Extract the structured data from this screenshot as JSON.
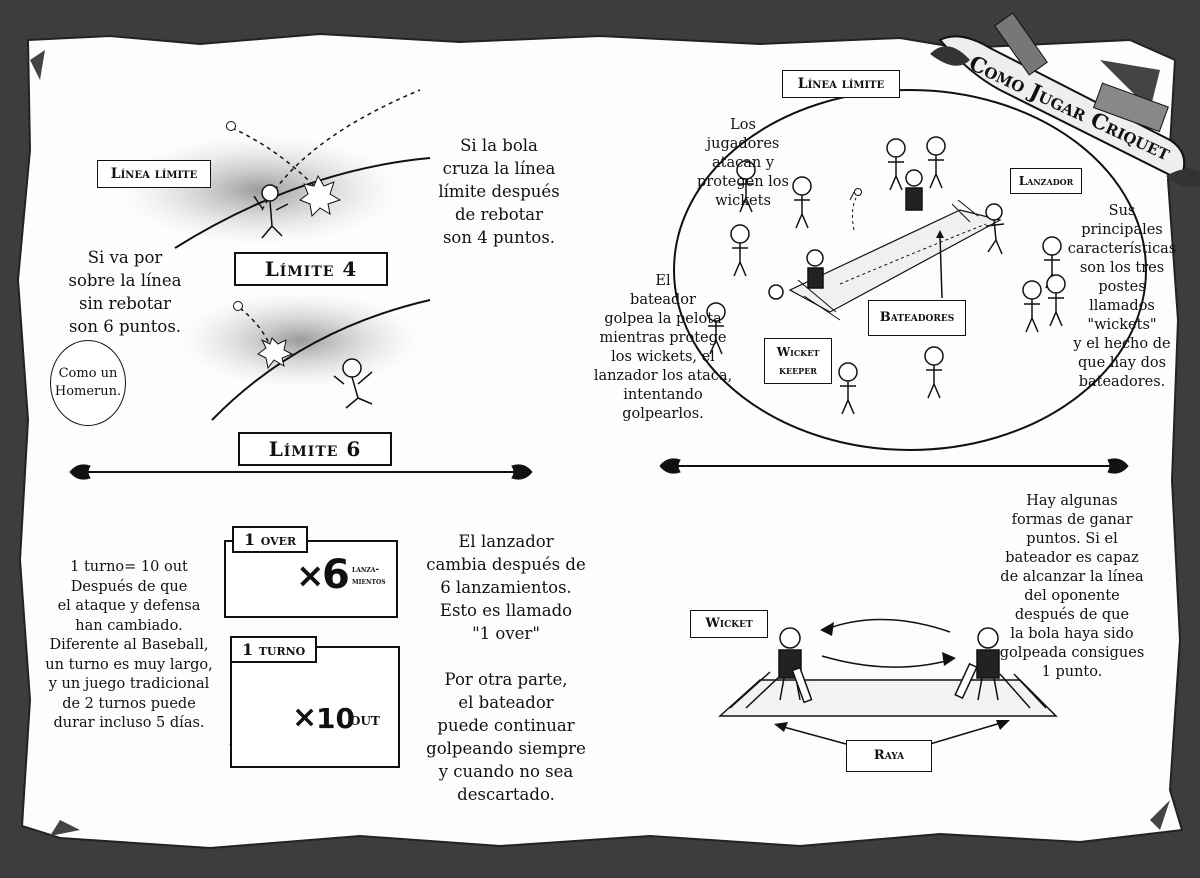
{
  "title": "Como Jugar Criquet",
  "left": {
    "label_linea": "Línea límite",
    "limite4_label": "Límite 4",
    "limite6_label": "Límite 6",
    "text_4": "Si la bola\ncruza la línea\nlímite después\nde rebotar\nson 4 puntos.",
    "text_6": "Si va por\nsobre la línea\nsin rebotar\nson 6 puntos.",
    "bubble": "Como un\nHomerun."
  },
  "right": {
    "label_linea": "Línea límite",
    "text_jugadores": "Los\njugadores\natacan y\nprotegen los\nwickets",
    "label_lanzador": "Lanzador",
    "text_caracteristicas": "Sus\nprincipales\ncaracterísticas\nson los tres\npostes llamados\n\"wickets\"\ny el hecho de\nque  hay dos\nbateadores.",
    "text_bateador": "El\nbateador\ngolpea la pelota\nmientras protege\nlos wickets, el\nlanzador los ataca,\nintentando golpearlos.",
    "label_bateadores": "Bateadores",
    "label_wicketkeeper": "Wicket\nkeeper"
  },
  "bottom_left": {
    "turno_text": "1 turno= 10 out\nDespués de que\nel ataque y defensa\nhan cambiado.\nDiferente al Baseball,\nun turno es muy largo,\ny un juego tradicional\nde 2 turnos puede\ndurar incluso 5 días.",
    "over_tag": "1 over",
    "over_times": "×",
    "over_num": "6",
    "over_unit": "lanza-\nmientos",
    "turno_tag": "1 turno",
    "turno_times": "×",
    "turno_num": "10",
    "turno_unit": "out",
    "lanzador_text": "El lanzador\ncambia después de\n6 lanzamientos.\nEsto es llamado\n\"1 over\"\n\nPor otra parte,\nel bateador\npuede continuar\ngolpeando siempre\ny cuando no sea\ndescartado."
  },
  "bottom_right": {
    "puntos_text": "Hay algunas\nformas de ganar\npuntos. Si el\nbateador es capaz\nde alcanzar la línea\ndel oponente\ndespués de que\nla bola haya sido\ngolpeada consigues\n1 punto.",
    "label_wicket": "Wicket",
    "label_raya": "Raya"
  }
}
